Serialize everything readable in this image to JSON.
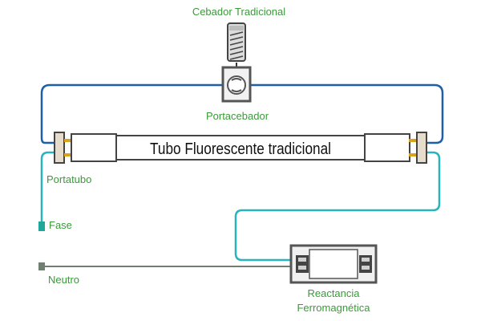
{
  "labels": {
    "starter": "Cebador Tradicional",
    "starter_holder": "Portacebador",
    "tube": "Tubo Fluorescente tradicional",
    "tube_holder": "Portatubo",
    "phase": "Fase",
    "neutral": "Neutro",
    "ballast_line1": "Reactancia",
    "ballast_line2": "Ferromagnética"
  },
  "colors": {
    "blue_wire": "#1f5fa8",
    "teal_wire": "#29b3bf",
    "neutral_wire": "#6f7f70",
    "label_green": "#3a9a3a",
    "outline": "#444444",
    "pin_gold": "#d9a21b"
  }
}
